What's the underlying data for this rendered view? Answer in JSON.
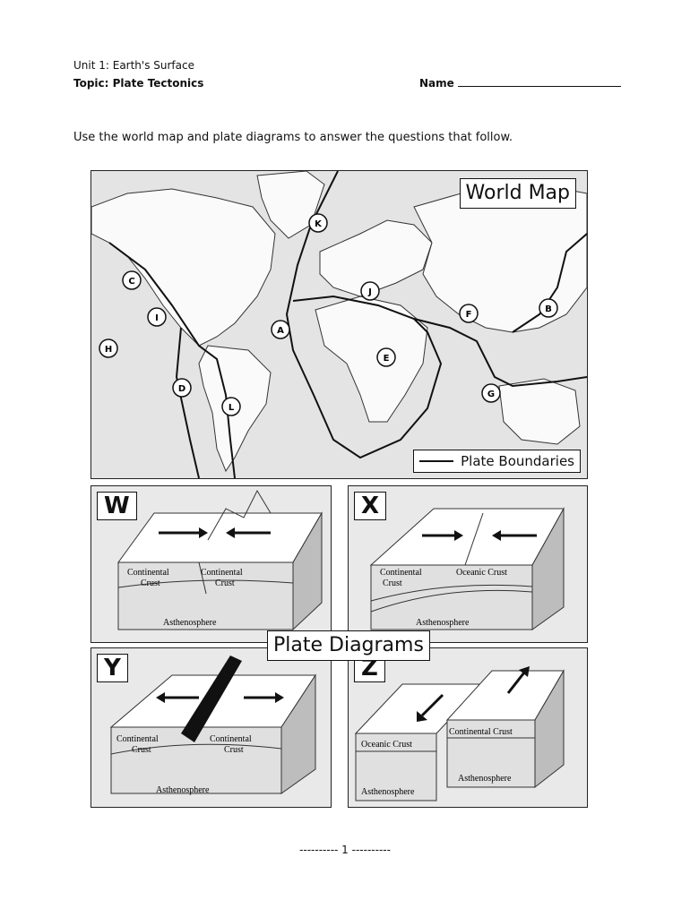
{
  "header": {
    "unit": "Unit 1: Earth's Surface",
    "topic": "Topic: Plate Tectonics",
    "name_label": "Name"
  },
  "instructions": "Use the world map and plate diagrams to answer the questions that follow.",
  "map": {
    "title": "World Map",
    "legend": "Plate Boundaries",
    "markers": [
      "K",
      "C",
      "I",
      "H",
      "D",
      "L",
      "A",
      "J",
      "F",
      "B",
      "E",
      "G"
    ]
  },
  "diagrams": {
    "title": "Plate Diagrams",
    "W": {
      "letter": "W",
      "left_crust": [
        "Continental",
        "Crust"
      ],
      "right_crust": [
        "Continental",
        "Crust"
      ],
      "mantle": "Asthenosphere"
    },
    "X": {
      "letter": "X",
      "left_crust": [
        "Continental",
        "Crust"
      ],
      "right_crust": [
        "Oceanic Crust"
      ],
      "mantle": "Asthenosphere"
    },
    "Y": {
      "letter": "Y",
      "left_crust": [
        "Continental",
        "Crust"
      ],
      "right_crust": [
        "Continental",
        "Crust"
      ],
      "mantle": "Asthenosphere"
    },
    "Z": {
      "letter": "Z",
      "left_crust": [
        "Oceanic Crust"
      ],
      "right_crust": [
        "Continental Crust"
      ],
      "left_mantle": "Asthenosphere",
      "right_mantle": "Asthenosphere"
    }
  },
  "footer": "---------- 1 ----------"
}
